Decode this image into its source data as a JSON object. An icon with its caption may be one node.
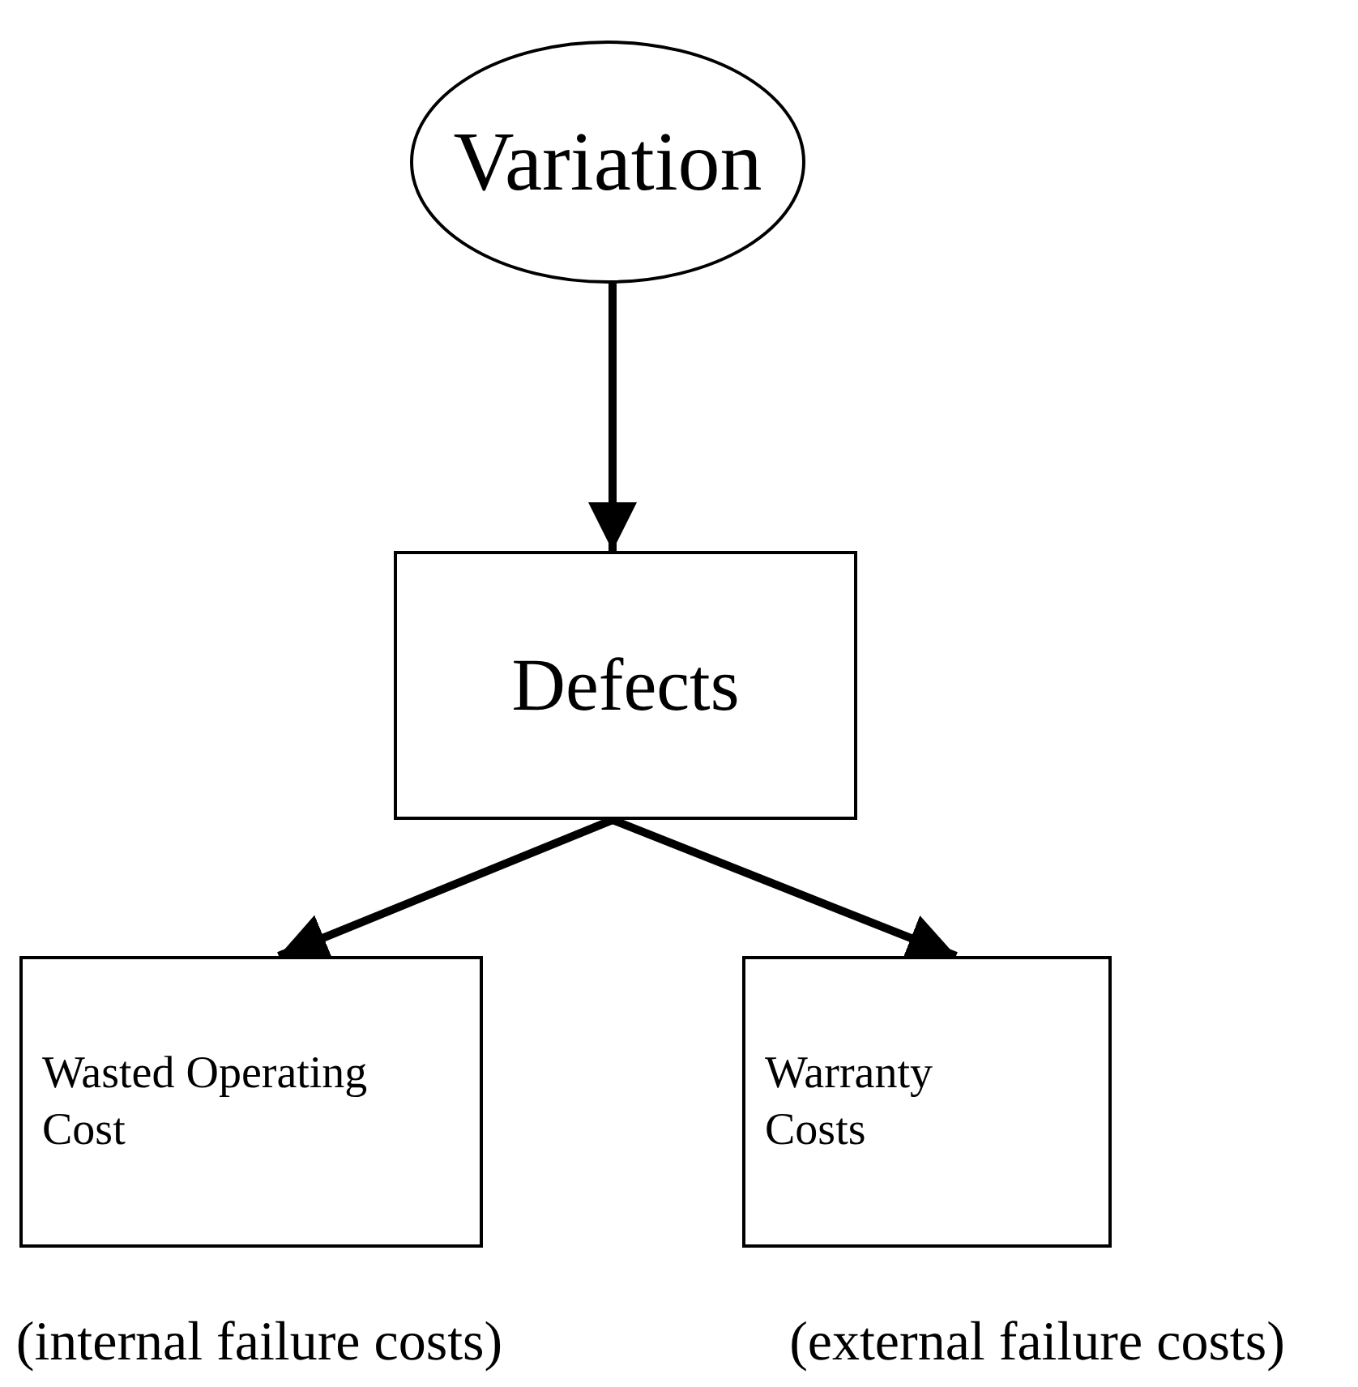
{
  "diagram": {
    "nodes": [
      {
        "text": [
          "Variation"
        ]
      },
      {
        "text": [
          "Defects"
        ]
      },
      {
        "text": [
          "Wasted Operating Cost"
        ],
        "beside": [
          "(internal failure costs)"
        ]
      },
      {
        "text": [
          "Warranty Costs"
        ],
        "beside": [
          "(external failure costs)"
        ]
      }
    ],
    "edges": [
      {
        "from": 0,
        "to": 1,
        "arrow": "to"
      },
      {
        "from": 1,
        "to": 2,
        "arrow": "to"
      },
      {
        "from": 1,
        "to": 3,
        "arrow": "to"
      }
    ]
  }
}
